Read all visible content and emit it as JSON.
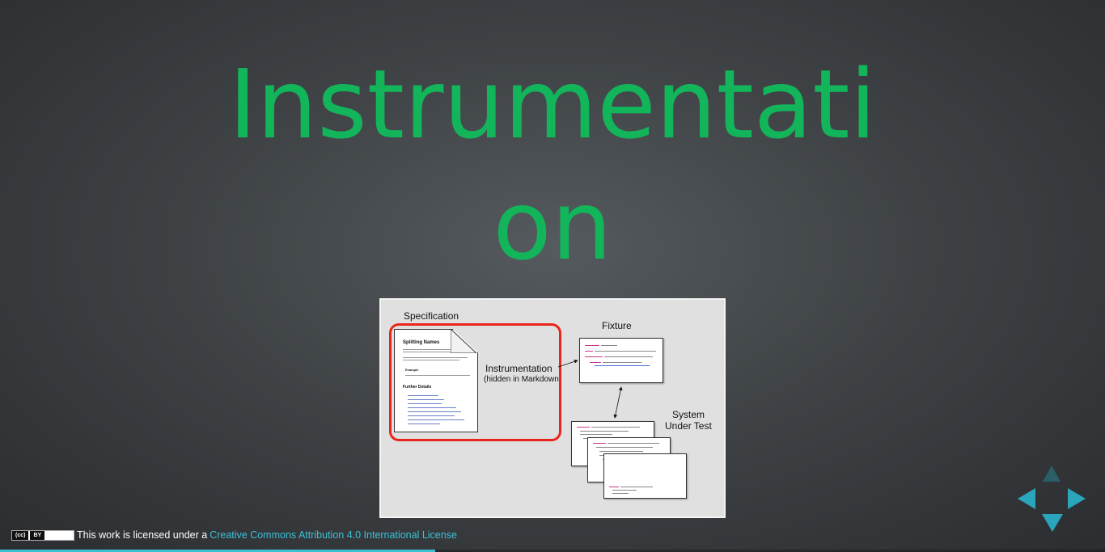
{
  "slide": {
    "title_line1": "Instrumentati",
    "title_line2": "on"
  },
  "figure": {
    "specification_label": "Specification",
    "fixture_label": "Fixture",
    "instrumentation_label": "Instrumentation",
    "instrumentation_note": "(hidden in Markdown)",
    "system_label_line1": "System",
    "system_label_line2": "Under Test",
    "doc_heading": "Splitting Names",
    "doc_example": "Example",
    "doc_further": "Further Details"
  },
  "footer": {
    "license_prefix": "This work is licensed under a",
    "license_link": "Creative Commons Attribution 4.0 International License",
    "badge_cc": "(cc)",
    "badge_by": "BY"
  },
  "progress": {
    "fraction": 0.394
  },
  "controls": {
    "up_icon": "arrow-up-icon",
    "left_icon": "arrow-left-icon",
    "right_icon": "arrow-right-icon",
    "down_icon": "arrow-down-icon"
  },
  "colors": {
    "title": "#13b55b",
    "accent": "#3bc1d6",
    "highlight": "#e8261b"
  }
}
